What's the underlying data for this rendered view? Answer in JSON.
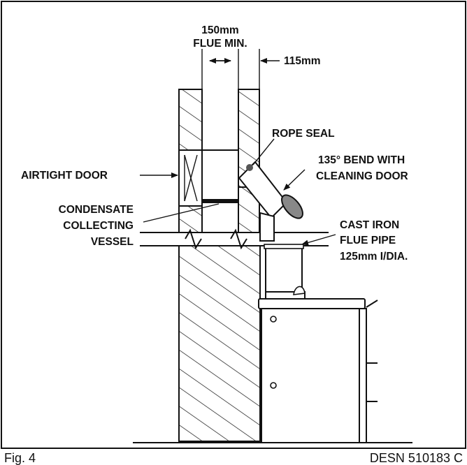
{
  "labels": {
    "flue_min_top": "150mm",
    "flue_min_bottom": "FLUE MIN.",
    "offset": "115mm",
    "rope_seal": "ROPE SEAL",
    "bend_line1": "135° BEND WITH",
    "bend_line2": "CLEANING DOOR",
    "airtight_door": "AIRTIGHT DOOR",
    "condensate_line1": "CONDENSATE",
    "condensate_line2": "COLLECTING",
    "condensate_line3": "VESSEL",
    "pipe_line1": "CAST IRON",
    "pipe_line2": "FLUE PIPE",
    "pipe_line3": "125mm I/DIA."
  },
  "caption": {
    "figure": "Fig. 4",
    "drawing_ref": "DESN 510183 C"
  }
}
